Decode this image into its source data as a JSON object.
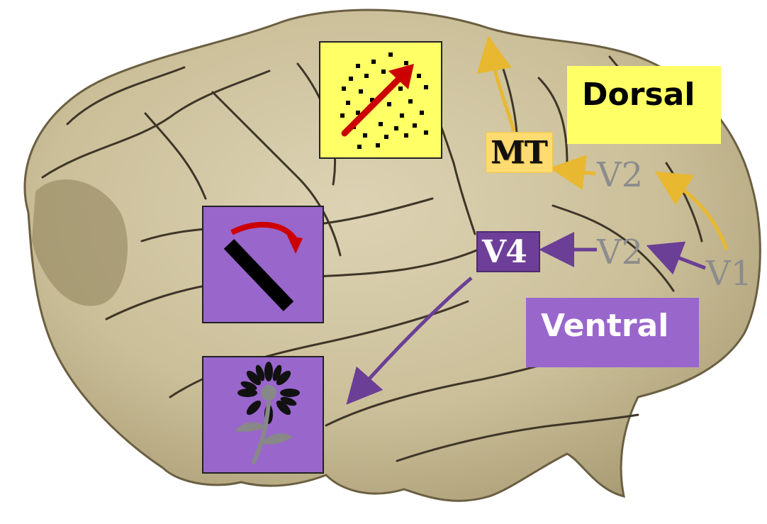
{
  "labels": {
    "dorsal": "Dorsal",
    "ventral": "Ventral",
    "mt": "MT",
    "v4": "V4",
    "v2_dorsal": "V2",
    "v2_ventral": "V2",
    "v1": "V1"
  },
  "colors": {
    "dorsal_fill": "#ffff66",
    "ventral_fill": "#9966cc",
    "dorsal_arrow": "#e8b830",
    "ventral_arrow": "#6a3f95",
    "motion_arrow": "#cc0000",
    "brain_fill": "#cfc39f",
    "sulcus": "#3e3628"
  },
  "icons": {
    "motion": "moving-dots-icon",
    "orientation": "rotating-bar-icon",
    "object": "flower-icon"
  }
}
